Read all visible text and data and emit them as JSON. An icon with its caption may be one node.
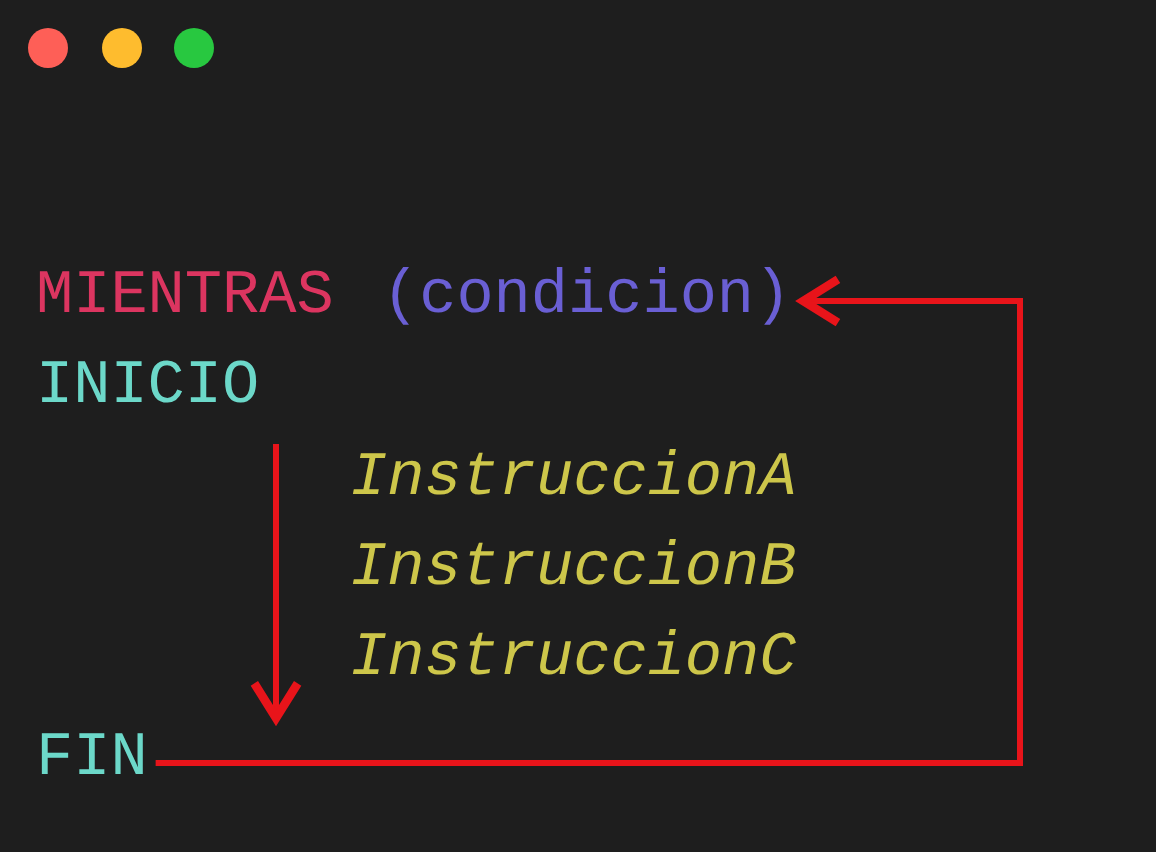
{
  "diagram": {
    "nodes": [
      {
        "text": [
          "MIENTRAS"
        ]
      },
      {
        "text": [
          "(condicion)"
        ]
      },
      {
        "text": [
          "INICIO"
        ]
      },
      {
        "text": [
          "InstruccionA"
        ]
      },
      {
        "text": [
          "InstruccionB"
        ]
      },
      {
        "text": [
          "InstruccionC"
        ]
      },
      {
        "text": [
          "FIN"
        ]
      }
    ],
    "edges": [
      {
        "from": 6,
        "to": 1,
        "arrow": "to"
      }
    ]
  }
}
